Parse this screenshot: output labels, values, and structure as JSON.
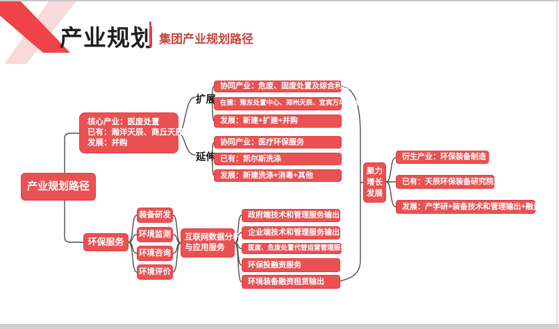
{
  "header": {
    "title": "产业规划",
    "subtitle": "集团产业规划路径"
  },
  "colors": {
    "node_red": "#ea5152",
    "node_border_red": "#e03e43",
    "divider_red": "#e84040",
    "subtitle_red": "#c9453e",
    "title_black": "#1f1f1f",
    "connector_gray": "#4c4c4c",
    "logo_red": "#ee4348",
    "logo_pink": "#f8dadb"
  },
  "mindmap": {
    "root": "产业规划路径",
    "core_node": {
      "line1": "核心产业：医废处置",
      "line2": "已有：瀚洋天辰、商丘天辰",
      "line3": "发展：并购"
    },
    "expand_branch": {
      "label": "扩展",
      "nodes": [
        "协同产业：危废、固废处置及综合利用",
        "在建：豫东处置中心、郑州天辰、宜宾万华板材",
        "发展：新建+扩建+并购"
      ]
    },
    "extend_branch": {
      "label": "延伸",
      "nodes": [
        "协同产业：医疗环保服务",
        "已有：凯尔斯洗涤",
        "发展：新建洗涤+消毒+其他"
      ]
    },
    "env_branch": {
      "label": "环保服务",
      "items": [
        "装备研发",
        "环境监测",
        "环境咨询",
        "环境评价"
      ],
      "internet_node": {
        "line1": "互联网数据分析",
        "line2": "与应用服务"
      },
      "outputs": [
        "政府端技术和管理服务输出",
        "企业端技术和管理服务输出",
        "医废、危废处置代替运营管理服务",
        "环保投融资服务",
        "环境装备融资租赁输出"
      ]
    },
    "growth_node": {
      "line1": "聚力",
      "line2": "增长",
      "line3": "发展"
    },
    "result_nodes": [
      "衍生产业：环保装备制造",
      "已有：天辰环保装备研究院",
      "发展：产学研+装备技术和管理输出+融资租赁"
    ]
  }
}
